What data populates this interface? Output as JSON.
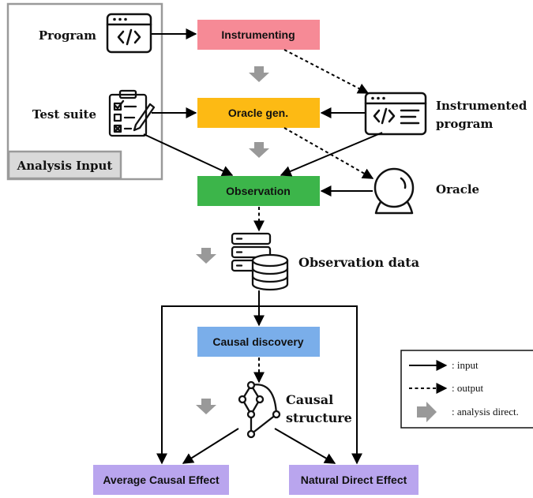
{
  "panel": {
    "title": "Analysis Input"
  },
  "inputs": {
    "program": "Program",
    "test_suite": "Test suite"
  },
  "boxes": {
    "instrumenting": "Instrumenting",
    "oracle_gen": "Oracle gen.",
    "observation": "Observation",
    "causal_discovery": "Causal discovery",
    "ace": "Average Causal Effect",
    "nde": "Natural Direct Effect"
  },
  "labels": {
    "instrumented_1": "Instrumented",
    "instrumented_2": "program",
    "oracle": "Oracle",
    "observation_data": "Observation data",
    "causal_1": "Causal",
    "causal_2": "structure"
  },
  "legend": {
    "input": ": input",
    "output": ": output",
    "analysis_direct": ": analysis direct."
  },
  "colors": {
    "instrumenting": "#f68a96",
    "oracle_gen": "#fdba14",
    "observation": "#3cb54a",
    "causal_discovery": "#7aaeea",
    "effect": "#b9a5ee",
    "grey_arrow": "#999999",
    "panel_border": "#9a9a9a",
    "panel_title_bg": "#d9d9d9"
  },
  "icons": [
    "code-window-icon",
    "checklist-icon",
    "instrumented-code-icon",
    "crystal-ball-icon",
    "database-server-icon",
    "graph-structure-icon"
  ]
}
